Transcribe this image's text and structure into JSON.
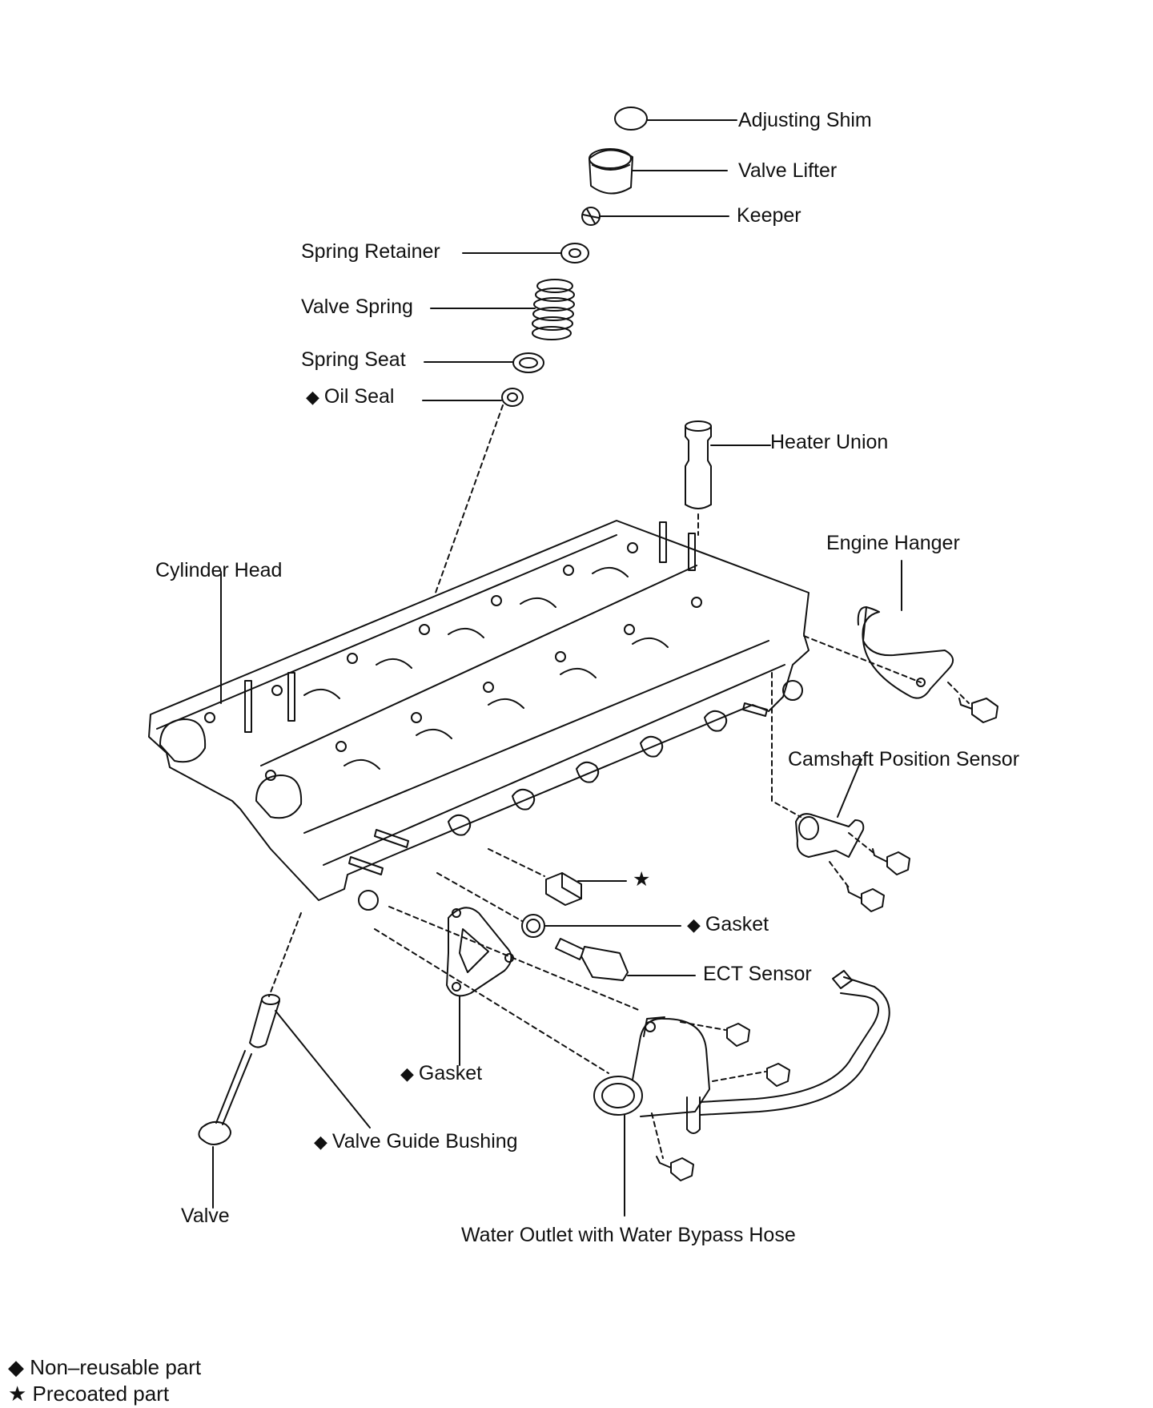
{
  "labels": {
    "adjusting_shim": "Adjusting Shim",
    "valve_lifter": "Valve Lifter",
    "keeper": "Keeper",
    "spring_retainer": "Spring Retainer",
    "valve_spring": "Valve Spring",
    "spring_seat": "Spring Seat",
    "oil_seal": "Oil Seal",
    "heater_union": "Heater Union",
    "engine_hanger": "Engine Hanger",
    "cylinder_head": "Cylinder Head",
    "camshaft_position_sensor": "Camshaft Position Sensor",
    "gasket_ect": "Gasket",
    "ect_sensor": "ECT Sensor",
    "gasket_water_outlet": "Gasket",
    "valve_guide_bushing": "Valve Guide Bushing",
    "valve": "Valve",
    "water_outlet": "Water Outlet with Water Bypass Hose"
  },
  "symbols": {
    "non_reusable": "◆",
    "precoated": "★"
  },
  "legend": {
    "non_reusable": "Non–reusable part",
    "precoated": "Precoated part"
  }
}
